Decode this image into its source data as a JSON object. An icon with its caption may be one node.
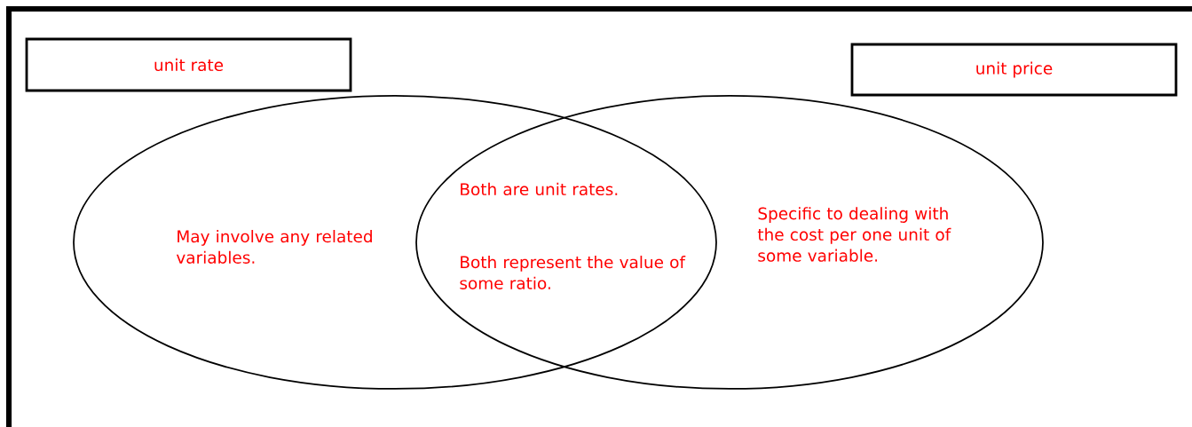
{
  "diagram": {
    "nodes": [
      {
        "text": [
          "unit rate"
        ]
      },
      {
        "text": [
          "unit price"
        ]
      },
      {
        "text": [
          "May involve any related variables."
        ]
      },
      {
        "text": [
          "Specific to dealing with the cost per one unit of some variable."
        ]
      }
    ],
    "labels": [
      "Both are unit rates.",
      "Both represent the value of some ratio."
    ]
  }
}
